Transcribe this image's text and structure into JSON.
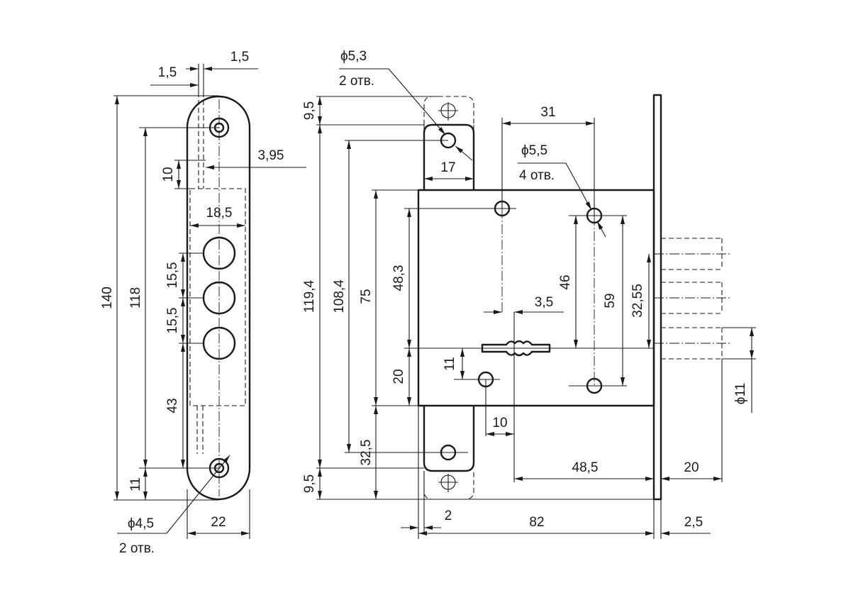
{
  "strike_plate": {
    "d_1_5_top": "1,5",
    "d_1_5_left": "1,5",
    "d_3_95": "3,95",
    "d_10": "10",
    "d_18_5": "18,5",
    "d_15_5_a": "15,5",
    "d_15_5_b": "15,5",
    "d_140": "140",
    "d_118": "118",
    "d_43": "43",
    "d_11": "11",
    "d_22": "22",
    "hole_dia": "ϕ4,5",
    "hole_count": "2 отв."
  },
  "lock_body": {
    "top_hole_dia": "ϕ5,3",
    "top_hole_count": "2 отв.",
    "d_9_5_top": "9,5",
    "d_17": "17",
    "d_31": "31",
    "body_hole_dia": "ϕ5,5",
    "body_hole_count": "4 отв.",
    "d_119_4": "119,4",
    "d_108_4": "108,4",
    "d_75": "75",
    "d_48_3": "48,3",
    "d_46": "46",
    "d_59": "59",
    "d_32_55": "32,55",
    "d_3_5": "3,5",
    "d_11": "11",
    "d_20_left": "20",
    "d_10": "10",
    "d_32_5": "32,5",
    "d_48_5": "48,5",
    "d_20_right": "20",
    "d_phi11": "ϕ11",
    "d_9_5_bottom": "9,5",
    "d_2": "2",
    "d_82": "82",
    "d_2_5": "2,5"
  }
}
